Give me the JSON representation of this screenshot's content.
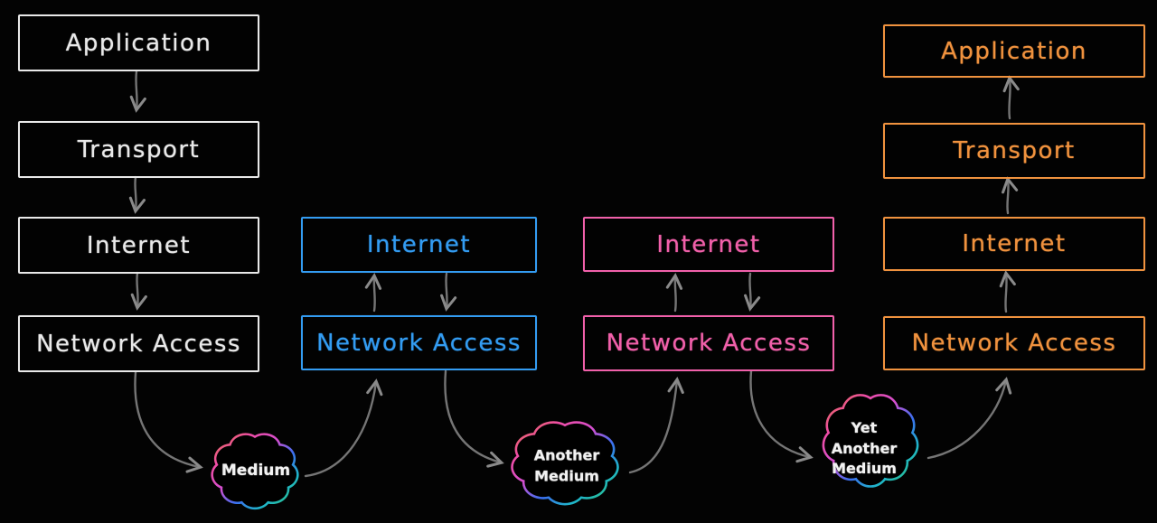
{
  "columns": [
    {
      "id": "sender-stack",
      "color": "#e9e9e9",
      "boxes": [
        {
          "label": "Application"
        },
        {
          "label": "Transport"
        },
        {
          "label": "Internet"
        },
        {
          "label": "Network Access"
        }
      ]
    },
    {
      "id": "router-1-stack",
      "color": "#339cf2",
      "boxes": [
        {
          "label": "Internet"
        },
        {
          "label": "Network Access"
        }
      ]
    },
    {
      "id": "router-2-stack",
      "color": "#f160aa",
      "boxes": [
        {
          "label": "Internet"
        },
        {
          "label": "Network Access"
        }
      ]
    },
    {
      "id": "receiver-stack",
      "color": "#f0923e",
      "boxes": [
        {
          "label": "Application"
        },
        {
          "label": "Transport"
        },
        {
          "label": "Internet"
        },
        {
          "label": "Network Access"
        }
      ]
    }
  ],
  "clouds": [
    {
      "label": "Medium",
      "lines": [
        "Medium"
      ]
    },
    {
      "label": "Another Medium",
      "lines": [
        "Another",
        "Medium"
      ]
    },
    {
      "label": "Yet Another Medium",
      "lines": [
        "Yet",
        "Another",
        "Medium"
      ]
    }
  ],
  "colors": {
    "background": "#030303",
    "arrow": "#757575",
    "cloud_text": "#f2f2f2",
    "rainbow": [
      "#e1793c",
      "#ef4da4",
      "#d44fd0",
      "#3b6ff0",
      "#1fb6c9",
      "#31c463"
    ]
  }
}
